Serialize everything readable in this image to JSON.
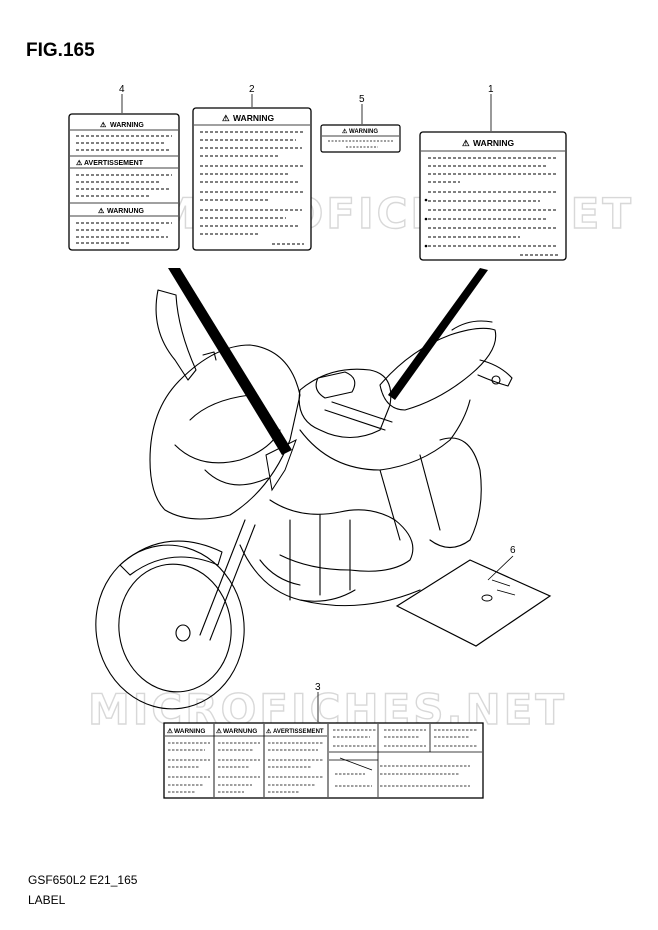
{
  "figure": {
    "title": "FIG.165"
  },
  "footer": {
    "code": "GSF650L2 E21_165",
    "name": "LABEL"
  },
  "watermark": {
    "text": "MICROFICHES.NET"
  },
  "callouts": {
    "c1": "1",
    "c2": "2",
    "c3": "3",
    "c4": "4",
    "c5": "5",
    "c6": "6"
  },
  "labels": {
    "l4_top": "WARNING",
    "l4_mid": "AVERTISSEMENT",
    "l4_bot": "WARNUNG",
    "l2": "WARNING",
    "l5": "WARNING",
    "l1": "WARNING",
    "l3_a": "WARNING",
    "l3_b": "WARNUNG",
    "l3_c": "AVERTISSEMENT"
  }
}
